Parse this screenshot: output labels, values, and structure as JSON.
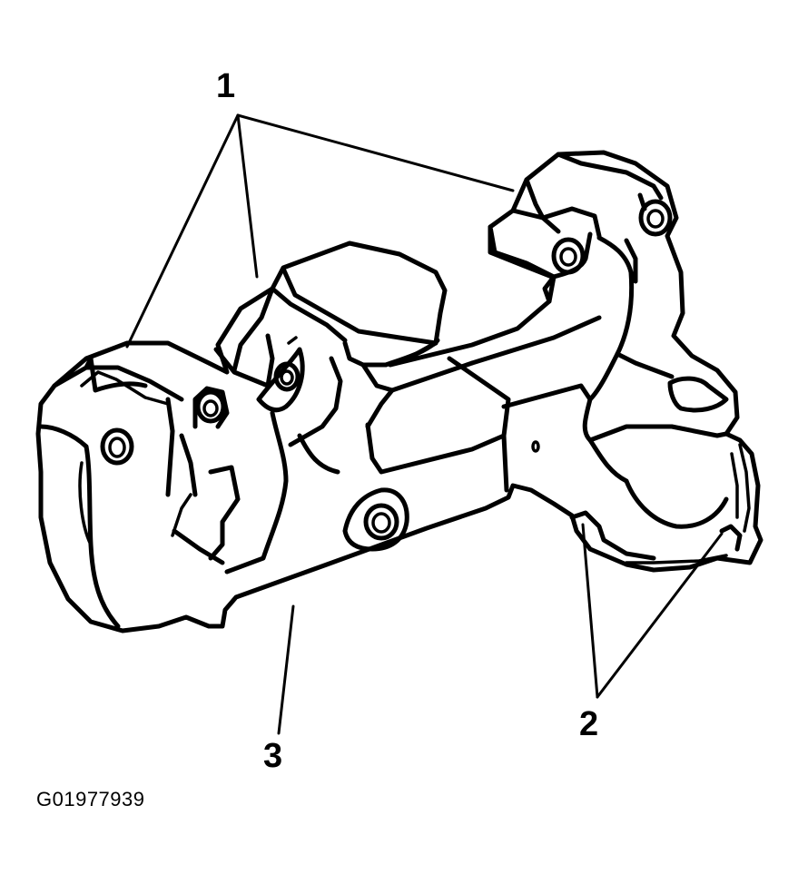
{
  "diagram": {
    "callouts": [
      {
        "id": "callout-1",
        "label": "1"
      },
      {
        "id": "callout-2",
        "label": "2"
      },
      {
        "id": "callout-3",
        "label": "3"
      }
    ],
    "figure_id": "G01977939",
    "colors": {
      "line": "#000000",
      "background": "#ffffff"
    }
  }
}
